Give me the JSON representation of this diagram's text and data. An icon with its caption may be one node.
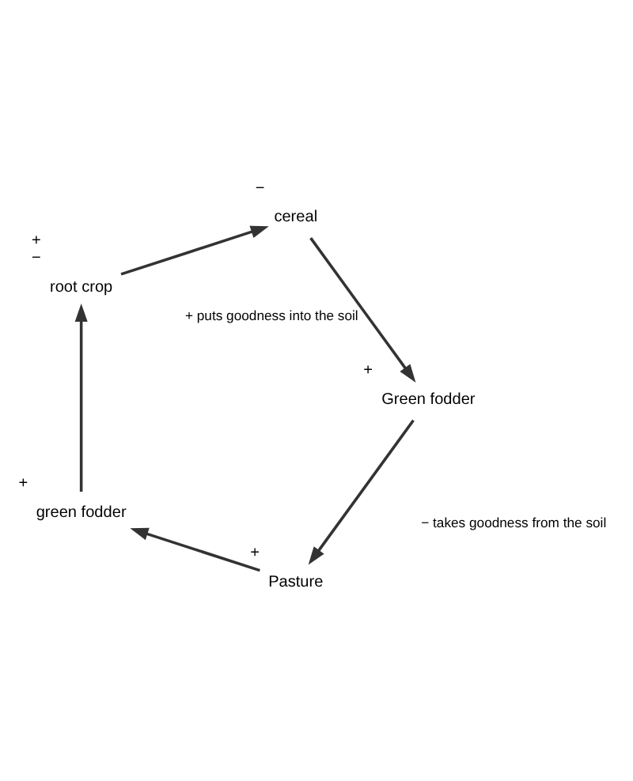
{
  "diagram": {
    "nodes": [
      {
        "text": [
          "Pasture"
        ],
        "beside": [
          "+"
        ]
      },
      {
        "text": [
          "green fodder"
        ],
        "beside": [
          "+"
        ]
      },
      {
        "text": [
          "root crop"
        ],
        "beside": [
          "+",
          "−"
        ]
      },
      {
        "text": [
          "cereal"
        ],
        "beside": [
          "−"
        ]
      },
      {
        "text": [
          "Green fodder"
        ],
        "beside": [
          "+"
        ]
      }
    ],
    "edges": [
      {
        "from": 0,
        "to": 1,
        "arrow": "to"
      },
      {
        "from": 1,
        "to": 2,
        "arrow": "to"
      },
      {
        "from": 2,
        "to": 3,
        "arrow": "to"
      },
      {
        "from": 3,
        "to": 4,
        "arrow": "to"
      },
      {
        "from": 4,
        "to": 0,
        "arrow": "to"
      }
    ],
    "labels": [
      "+ puts goodness into the soil",
      "− takes goodness from the soil"
    ]
  }
}
